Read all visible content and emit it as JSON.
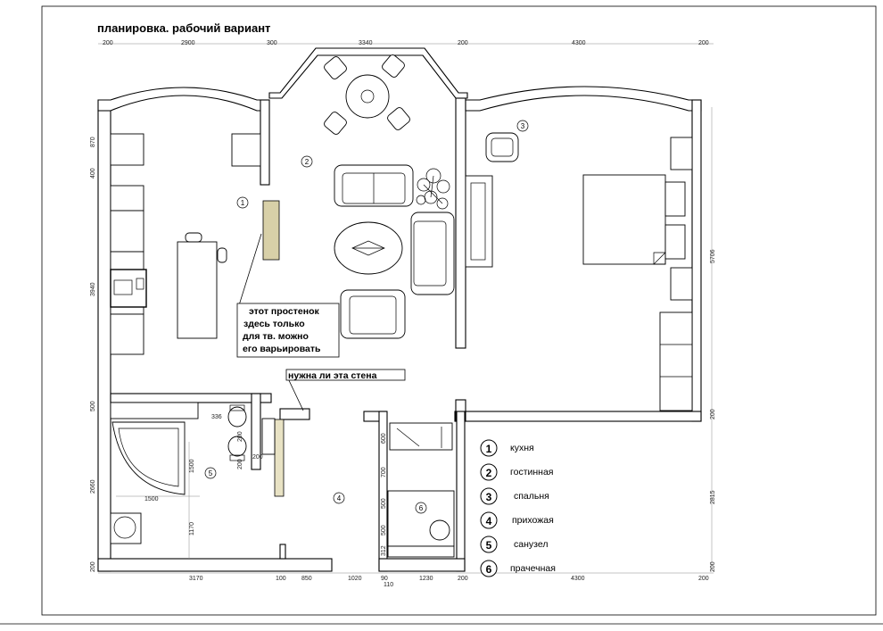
{
  "title": "планировка.  рабочий вариант",
  "notes": {
    "partition": [
      "этот  простенок",
      "здесь только",
      "для тв. можно",
      "его варьировать"
    ],
    "wall_question": "нужна ли эта стена"
  },
  "room_numbers": [
    "1",
    "2",
    "3",
    "4",
    "5",
    "6"
  ],
  "legend": [
    {
      "num": "1",
      "label": "кухня"
    },
    {
      "num": "2",
      "label": "гостинная"
    },
    {
      "num": "3",
      "label": "спальня"
    },
    {
      "num": "4",
      "label": "прихожая"
    },
    {
      "num": "5",
      "label": "санузел"
    },
    {
      "num": "6",
      "label": "прачечная"
    }
  ],
  "dimensions": {
    "top": [
      "200",
      "2900",
      "300",
      "3340",
      "200",
      "4300",
      "200"
    ],
    "bottom": [
      "3170",
      "100",
      "850",
      "1020",
      "90",
      "1230",
      "200",
      "4300",
      "200"
    ],
    "bottom_extra": "110",
    "left": [
      "870",
      "400",
      "3940",
      "500",
      "2660",
      "200"
    ],
    "right": [
      "5706",
      "200",
      "2815",
      "200"
    ],
    "inner": [
      "336",
      "1500",
      "200",
      "200",
      "200",
      "1500",
      "1170"
    ],
    "laundry": [
      "600",
      "700",
      "500",
      "500",
      "312"
    ]
  },
  "icons": [
    "armchair-icon",
    "sofa-icon",
    "dining-table-icon",
    "chair-icon",
    "bed-icon",
    "bathtub-icon",
    "washbasin-icon",
    "toilet-icon",
    "plant-icon",
    "stove-icon",
    "coffee-table-icon"
  ]
}
